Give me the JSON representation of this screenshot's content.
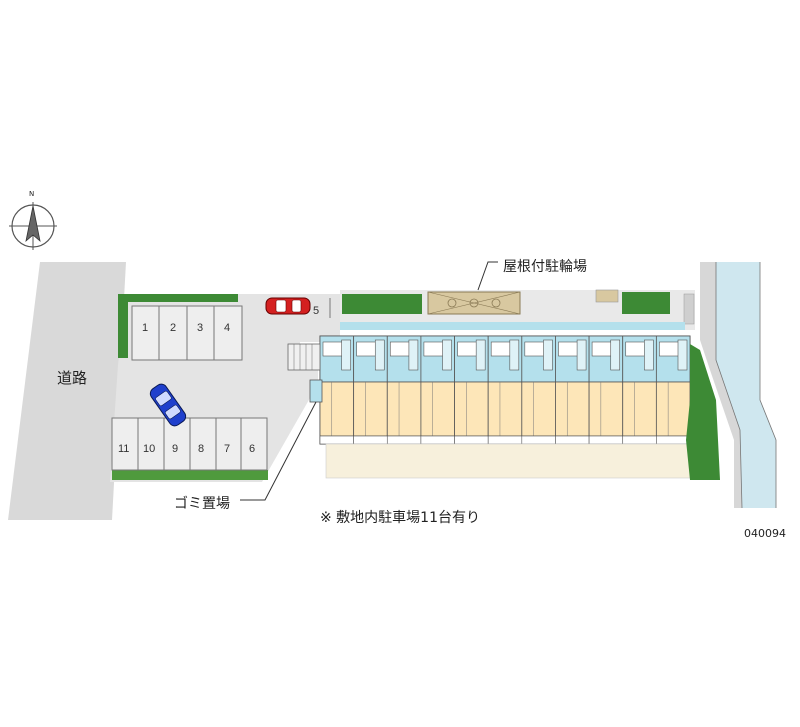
{
  "map": {
    "compass": {
      "north_label": "N",
      "icon": "compass-icon"
    },
    "road_label": "道路",
    "bicycle_parking_label": "屋根付駐輪場",
    "garbage_label": "ゴミ置場",
    "parking_note": "※ 敷地内駐車場11台有り",
    "image_code": "040094",
    "parking_spaces_top": [
      "1",
      "2",
      "3",
      "4"
    ],
    "parking_spaces_bottom": [
      "11",
      "10",
      "9",
      "8",
      "7",
      "6"
    ],
    "parking_space_5": "5",
    "unit_count": 11,
    "colors": {
      "road": "#dcdcdc",
      "lot": "#e6e6e6",
      "floor": "#fde6b8",
      "balcony": "#b4e0ec",
      "greenery": "#3d8a35",
      "water": "#cfe7ef",
      "car_red": "#d42020",
      "car_blue": "#1f3fcc"
    }
  }
}
